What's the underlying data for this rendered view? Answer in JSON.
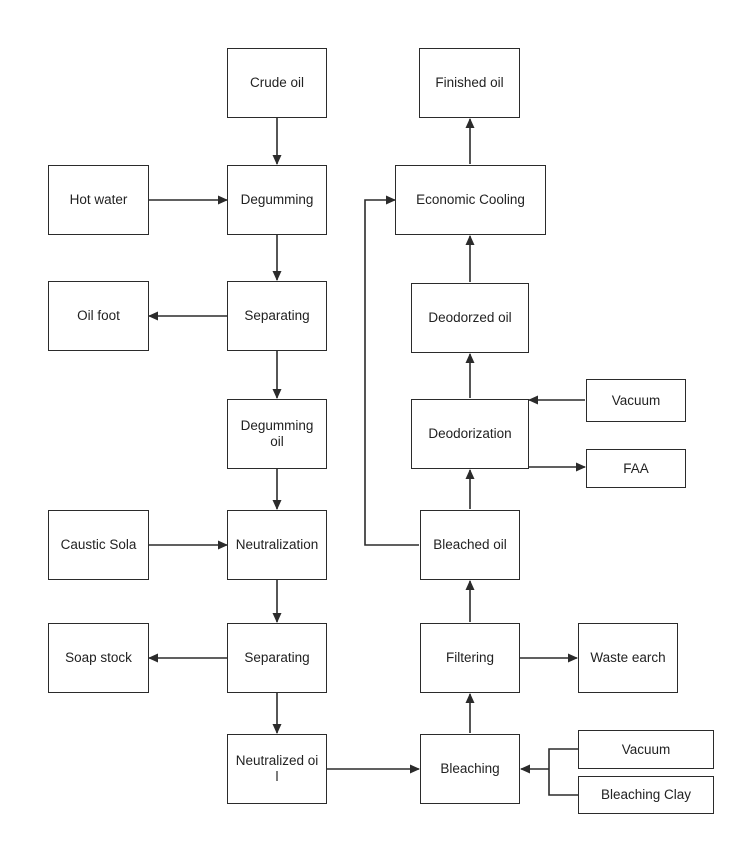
{
  "diagram": {
    "nodes": {
      "crude_oil": "Crude oil",
      "hot_water": "Hot water",
      "degumming": "Degumming",
      "oil_foot": "Oil foot",
      "separating_1": "Separating",
      "degumming_oil": "Degumming oil",
      "caustic_sola": "Caustic Sola",
      "neutralization": "Neutralization",
      "soap_stock": "Soap stock",
      "separating_2": "Separating",
      "neutralized_oil": "Neutralized oil",
      "finished_oil": "Finished oil",
      "economic_cooling": "Economic Cooling",
      "deodorized_oil": "Deodorzed oil",
      "vacuum_1": "Vacuum",
      "deodorization": "Deodorization",
      "faa": "FAA",
      "bleached_oil": "Bleached oil",
      "filtering": "Filtering",
      "waste_earch": "Waste earch",
      "bleaching": "Bleaching",
      "vacuum_2": "Vacuum",
      "bleaching_clay": "Bleaching Clay"
    }
  }
}
